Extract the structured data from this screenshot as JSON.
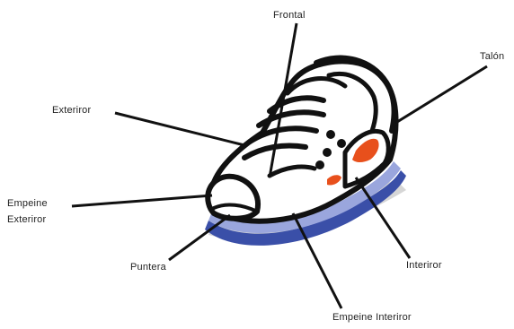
{
  "labels": {
    "frontal": "Frontal",
    "talon": "Talón",
    "exterior": "Exteriror",
    "empeine_exterior_line1": "Empeine",
    "empeine_exterior_line2": "Exteriror",
    "puntera": "Puntera",
    "interior": "Interiror",
    "empeine_interior": "Empeine Interiror"
  },
  "colors": {
    "outline": "#111111",
    "sole_blue": "#3a4fa8",
    "sole_light": "#9aa6dd",
    "accent_orange": "#e8501c",
    "shadow_gray": "#b5b5b5"
  }
}
